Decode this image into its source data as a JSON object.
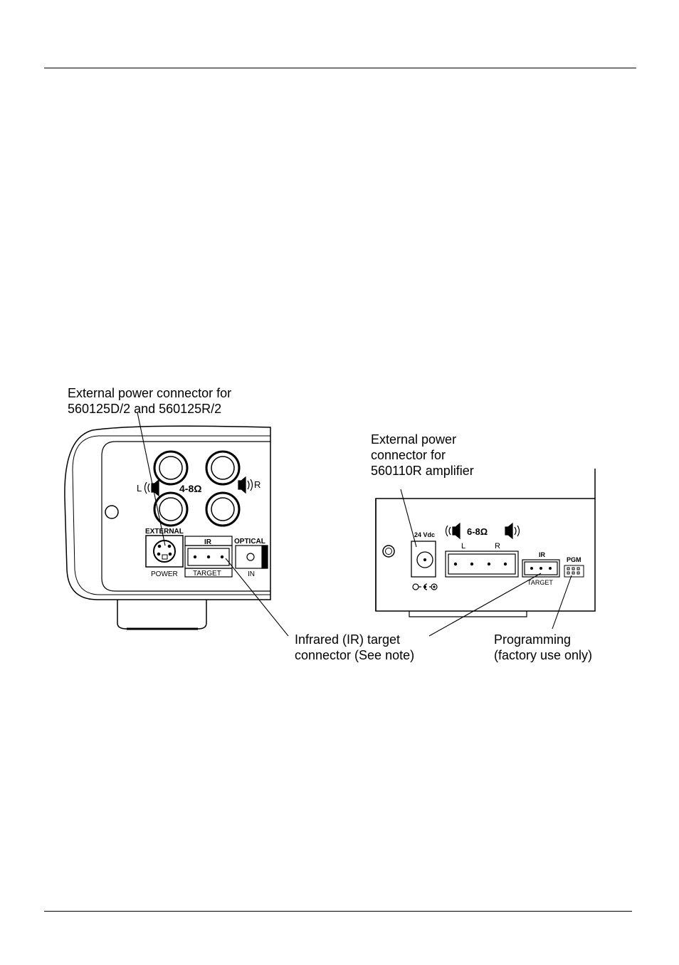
{
  "callouts": {
    "ext_power_left": {
      "line1": "External power connector for",
      "line2": "560125D/2 and 560125R/2"
    },
    "ext_power_right": {
      "line1": "External power",
      "line2": "connector for",
      "line3": "560110R amplifier"
    },
    "ir_target": {
      "line1": "Infrared (IR) target",
      "line2": "connector (See note)"
    },
    "programming": {
      "line1": "Programming",
      "line2": "(factory use only)"
    }
  },
  "left_panel": {
    "left_label": "L",
    "right_label": "R",
    "impedance": "4-8Ω",
    "external": "EXTERNAL",
    "power": "POWER",
    "ir": "IR",
    "target": "TARGET",
    "optical": "OPTICAL",
    "in": "IN"
  },
  "right_panel": {
    "voltage": "24 Vdc",
    "impedance": "6-8Ω",
    "left_label": "L",
    "right_label": "R",
    "ir": "IR",
    "target": "TARGET",
    "pgm": "PGM"
  }
}
